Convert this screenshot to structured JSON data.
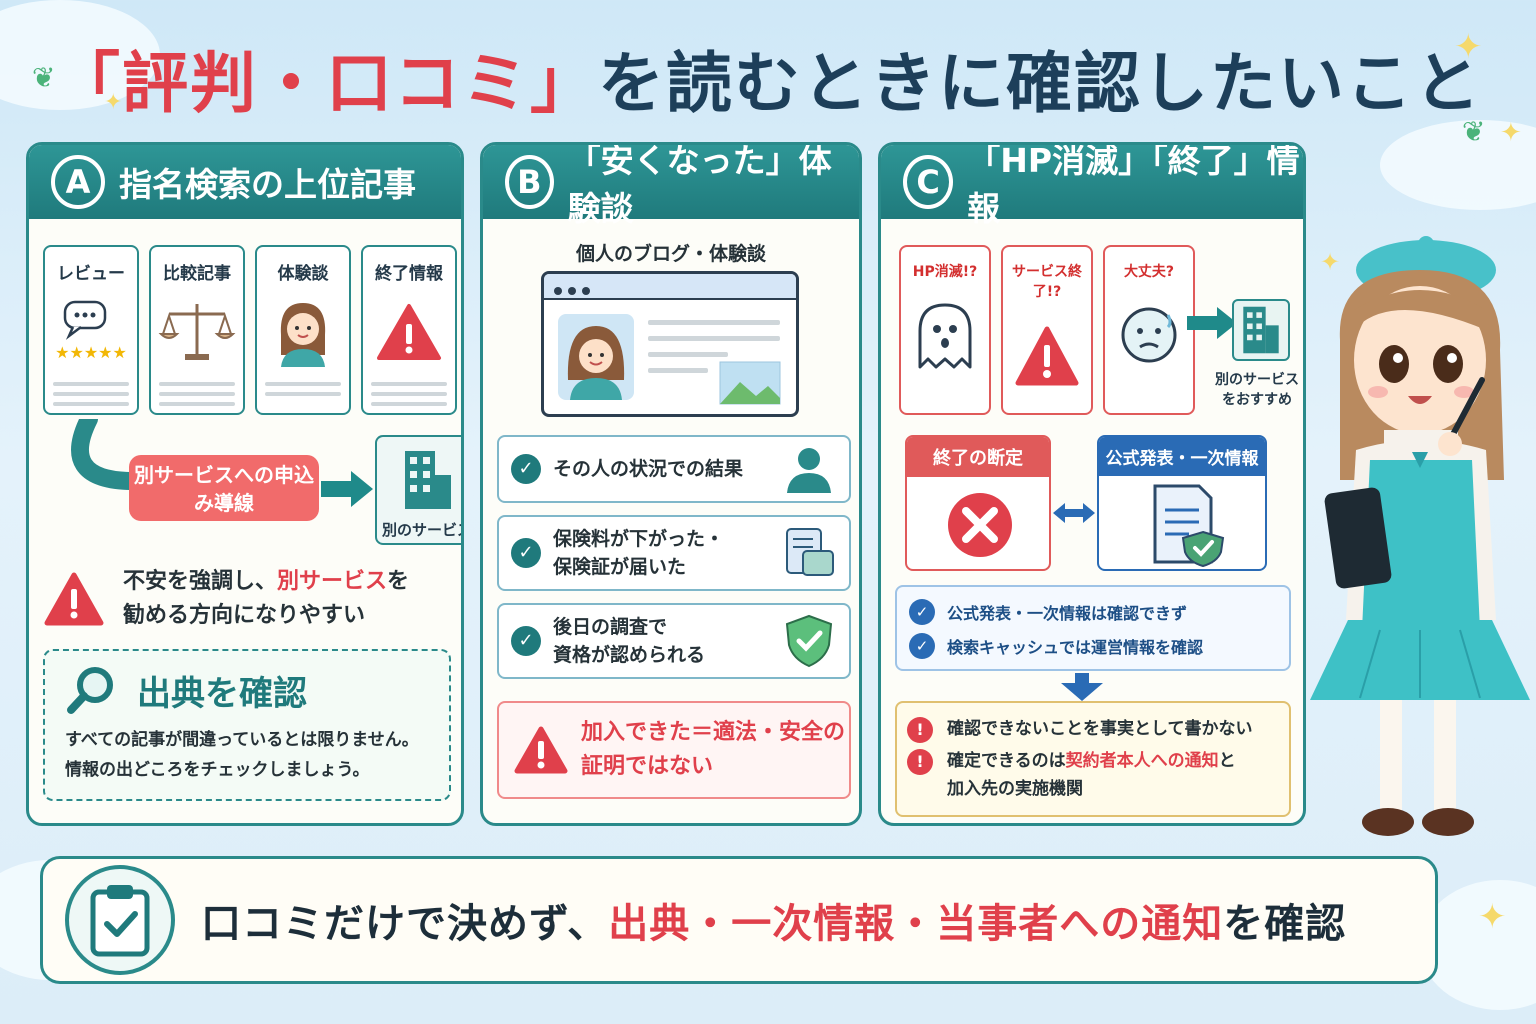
{
  "title": {
    "red_part": "「評判・口コミ」",
    "navy_part": "を読むときに確認したいこと"
  },
  "panel_a": {
    "badge": "A",
    "heading": "指名検索の上位記事",
    "cards": [
      "レビュー",
      "比較記事",
      "体験談",
      "終了情報"
    ],
    "flow_label": "別サービスへの申込み導線",
    "flow_target": "別のサービス",
    "warning_pre": "不安を強調し、",
    "warning_highlight": "別サービス",
    "warning_post": "を",
    "warning_line2": "勧める方向になりやすい",
    "source_title": "出典を確認",
    "source_line1": "すべての記事が間違っているとは限りません。",
    "source_line2": "情報の出どころをチェックしましょう。"
  },
  "panel_b": {
    "badge": "B",
    "heading": "「安くなった」体験談",
    "blog_title": "個人のブログ・体験談",
    "checks": [
      {
        "line1": "その人の状況での結果",
        "line2": ""
      },
      {
        "line1": "保険料が下がった・",
        "line2": "保険証が届いた"
      },
      {
        "line1": "後日の調査で",
        "line2": "資格が認められる"
      }
    ],
    "warning_line1": "加入できた＝適法・安全の",
    "warning_line2": "証明ではない"
  },
  "panel_c": {
    "badge": "C",
    "heading": "「HP消滅」「終了」情報",
    "cards": [
      "HP消滅!?",
      "サービス終了!?",
      "大丈夫?"
    ],
    "recommend_line1": "別のサービス",
    "recommend_line2": "をおすすめ",
    "danger_title": "終了の断定",
    "official_title": "公式発表・一次情報",
    "checks": [
      "公式発表・一次情報は確認できず",
      "検索キャッシュでは運営情報を確認"
    ],
    "note1": "確認できないことを事実として書かない",
    "note2_pre": "確定できるのは",
    "note2_highlight": "契約者本人への通知",
    "note2_post": "と",
    "note2_line2": "加入先の実施機関"
  },
  "banner": {
    "pre": "口コミだけで決めず、",
    "highlight": "出典・一次情報・当事者への通知",
    "post": "を確認"
  },
  "colors": {
    "teal": "#2a8a8a",
    "red": "#e0404b",
    "navy": "#1d3f5a",
    "blue": "#2a6bb5"
  }
}
